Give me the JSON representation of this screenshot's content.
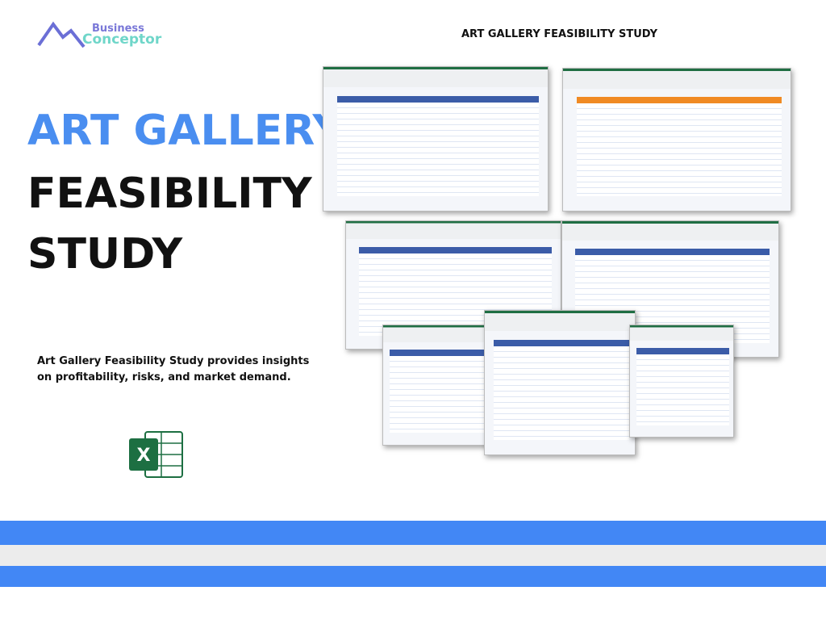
{
  "logo": {
    "line1": "Business",
    "line2": "Conceptor"
  },
  "header": {
    "title": "ART GALLERY FEASIBILITY STUDY"
  },
  "hero": {
    "line1": "ART GALLERY",
    "line2": "FEASIBILITY",
    "line3": "STUDY"
  },
  "description": "Art Gallery Feasibility Study provides insights on profitability, risks, and market demand.",
  "icons": {
    "app": "excel-icon",
    "logo": "mountain-logo-icon"
  },
  "colors": {
    "accent": "#4287f5",
    "band_gray": "#ececec",
    "heading_dark": "#111111",
    "excel_green": "#1d6f42"
  }
}
